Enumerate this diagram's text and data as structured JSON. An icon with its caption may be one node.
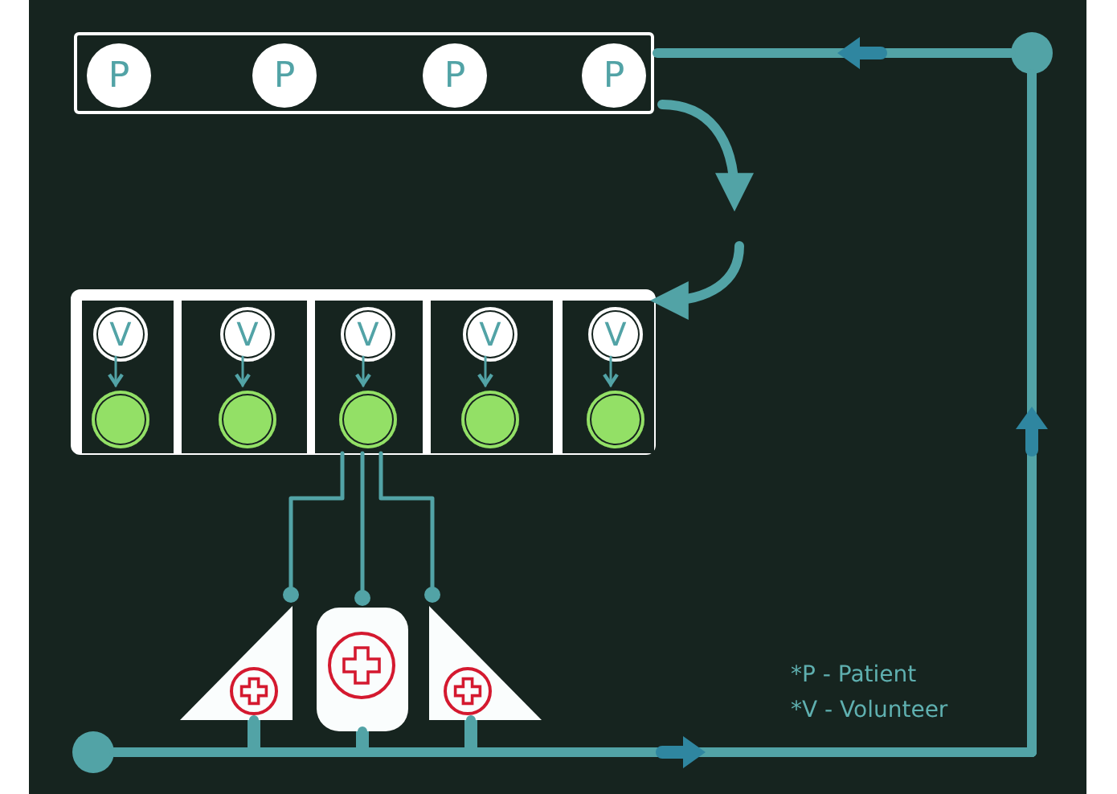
{
  "diagram": {
    "nodes": [
      {
        "text": [],
        "shape": "box"
      },
      {
        "text": [
          "P"
        ],
        "in": 0
      },
      {
        "text": [
          "P"
        ],
        "in": 0
      },
      {
        "text": [
          "P"
        ],
        "in": 0
      },
      {
        "text": [
          "P"
        ],
        "in": 0
      },
      {
        "text": [],
        "shape": "box"
      },
      {
        "text": [],
        "shape": "box",
        "in": 5
      },
      {
        "text": [],
        "shape": "box",
        "in": 5
      },
      {
        "text": [],
        "shape": "box",
        "in": 5
      },
      {
        "text": [],
        "shape": "box",
        "in": 5
      },
      {
        "text": [],
        "shape": "box",
        "in": 5
      },
      {
        "text": [
          "V"
        ],
        "in": 6
      },
      {
        "text": [
          "V"
        ],
        "in": 7
      },
      {
        "text": [
          "V"
        ],
        "in": 8
      },
      {
        "text": [
          "V"
        ],
        "in": 9
      },
      {
        "text": [
          "V"
        ],
        "in": 10
      },
      {
        "text": [],
        "shape": "circle",
        "in": 6
      },
      {
        "text": [],
        "shape": "circle",
        "in": 7
      },
      {
        "text": [],
        "shape": "circle",
        "in": 8
      },
      {
        "text": [],
        "shape": "circle",
        "in": 9
      },
      {
        "text": [],
        "shape": "circle",
        "in": 10
      },
      {
        "text": [],
        "shape": "triangle"
      },
      {
        "text": [],
        "shape": "box"
      },
      {
        "text": [],
        "shape": "triangle"
      },
      {
        "text": [],
        "shape": "circle"
      },
      {
        "text": [],
        "shape": "circle"
      }
    ],
    "edges": [
      {
        "from": 0,
        "to": null,
        "arrow": "to",
        "style": "thick"
      },
      {
        "from": null,
        "to": 5,
        "arrow": "to",
        "style": "thick"
      },
      {
        "from": 11,
        "to": 16,
        "arrow": "to"
      },
      {
        "from": 12,
        "to": 17,
        "arrow": "to"
      },
      {
        "from": 13,
        "to": 18,
        "arrow": "to"
      },
      {
        "from": 14,
        "to": 19,
        "arrow": "to"
      },
      {
        "from": 15,
        "to": 20,
        "arrow": "to"
      },
      {
        "from": 8,
        "to": 21,
        "arrow": "other"
      },
      {
        "from": 8,
        "to": 22,
        "arrow": "other"
      },
      {
        "from": 8,
        "to": 23,
        "arrow": "other"
      },
      {
        "from": 24,
        "to": 25,
        "arrow": "to",
        "style": "thick"
      },
      {
        "from": 21,
        "to": 25,
        "arrow": "to",
        "style": "thick"
      },
      {
        "from": 22,
        "to": 25,
        "arrow": "to",
        "style": "thick"
      },
      {
        "from": 23,
        "to": 25,
        "arrow": "to",
        "style": "thick"
      },
      {
        "from": 25,
        "to": 0,
        "arrow": "to",
        "style": "thick"
      }
    ],
    "labels": [
      "*P - Patient",
      "*V - Volunteer"
    ]
  }
}
